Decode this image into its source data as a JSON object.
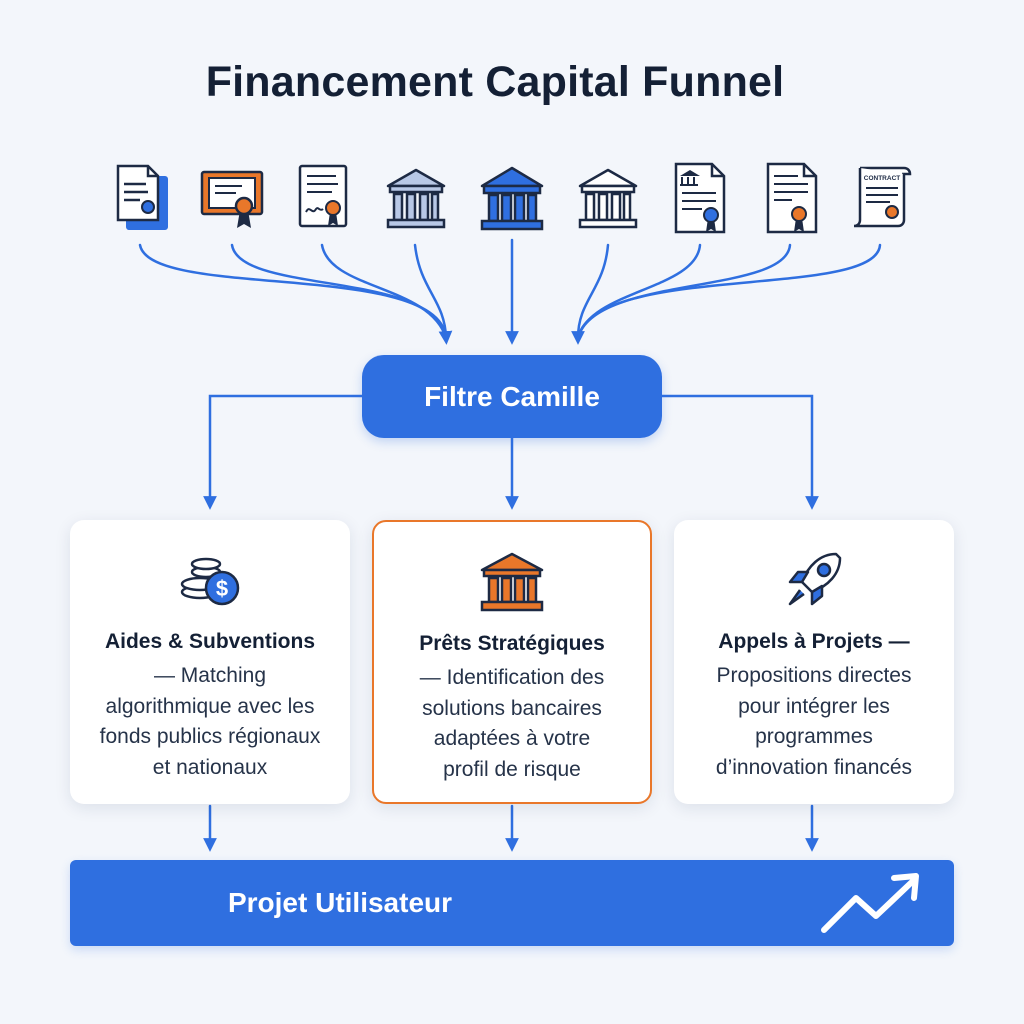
{
  "title": "Financement Capital Funnel",
  "sources": [
    {
      "icon": "document-seal-icon"
    },
    {
      "icon": "certificate-icon"
    },
    {
      "icon": "signed-document-icon"
    },
    {
      "icon": "bank-icon"
    },
    {
      "icon": "bank-icon"
    },
    {
      "icon": "bank-icon"
    },
    {
      "icon": "bank-document-icon"
    },
    {
      "icon": "document-ribbon-icon"
    },
    {
      "icon": "contract-icon",
      "label": "CONTRACT"
    }
  ],
  "filter": {
    "label": "Filtre Camille"
  },
  "cards": [
    {
      "icon": "coins-dollar-icon",
      "title": "Aides & Subventions",
      "lines": [
        "— Matching",
        "algorithmique avec les",
        "fonds publics régionaux",
        "et nationaux"
      ]
    },
    {
      "icon": "bank-icon",
      "title": "Prêts Stratégiques",
      "lines": [
        "— Identification des",
        "solutions bancaires",
        "adaptées à votre",
        "profil de risque"
      ]
    },
    {
      "icon": "rocket-icon",
      "title": "Appels à Projets —",
      "lines": [
        "Propositions directes",
        "pour intégrer les",
        "programmes",
        "d’innovation financés"
      ]
    }
  ],
  "project": {
    "label": "Projet Utilisateur",
    "icon": "trend-up-icon"
  },
  "colors": {
    "accent": "#2f6fe0",
    "highlight": "#e9772a",
    "text": "#142035",
    "background": "#f3f6fb"
  }
}
